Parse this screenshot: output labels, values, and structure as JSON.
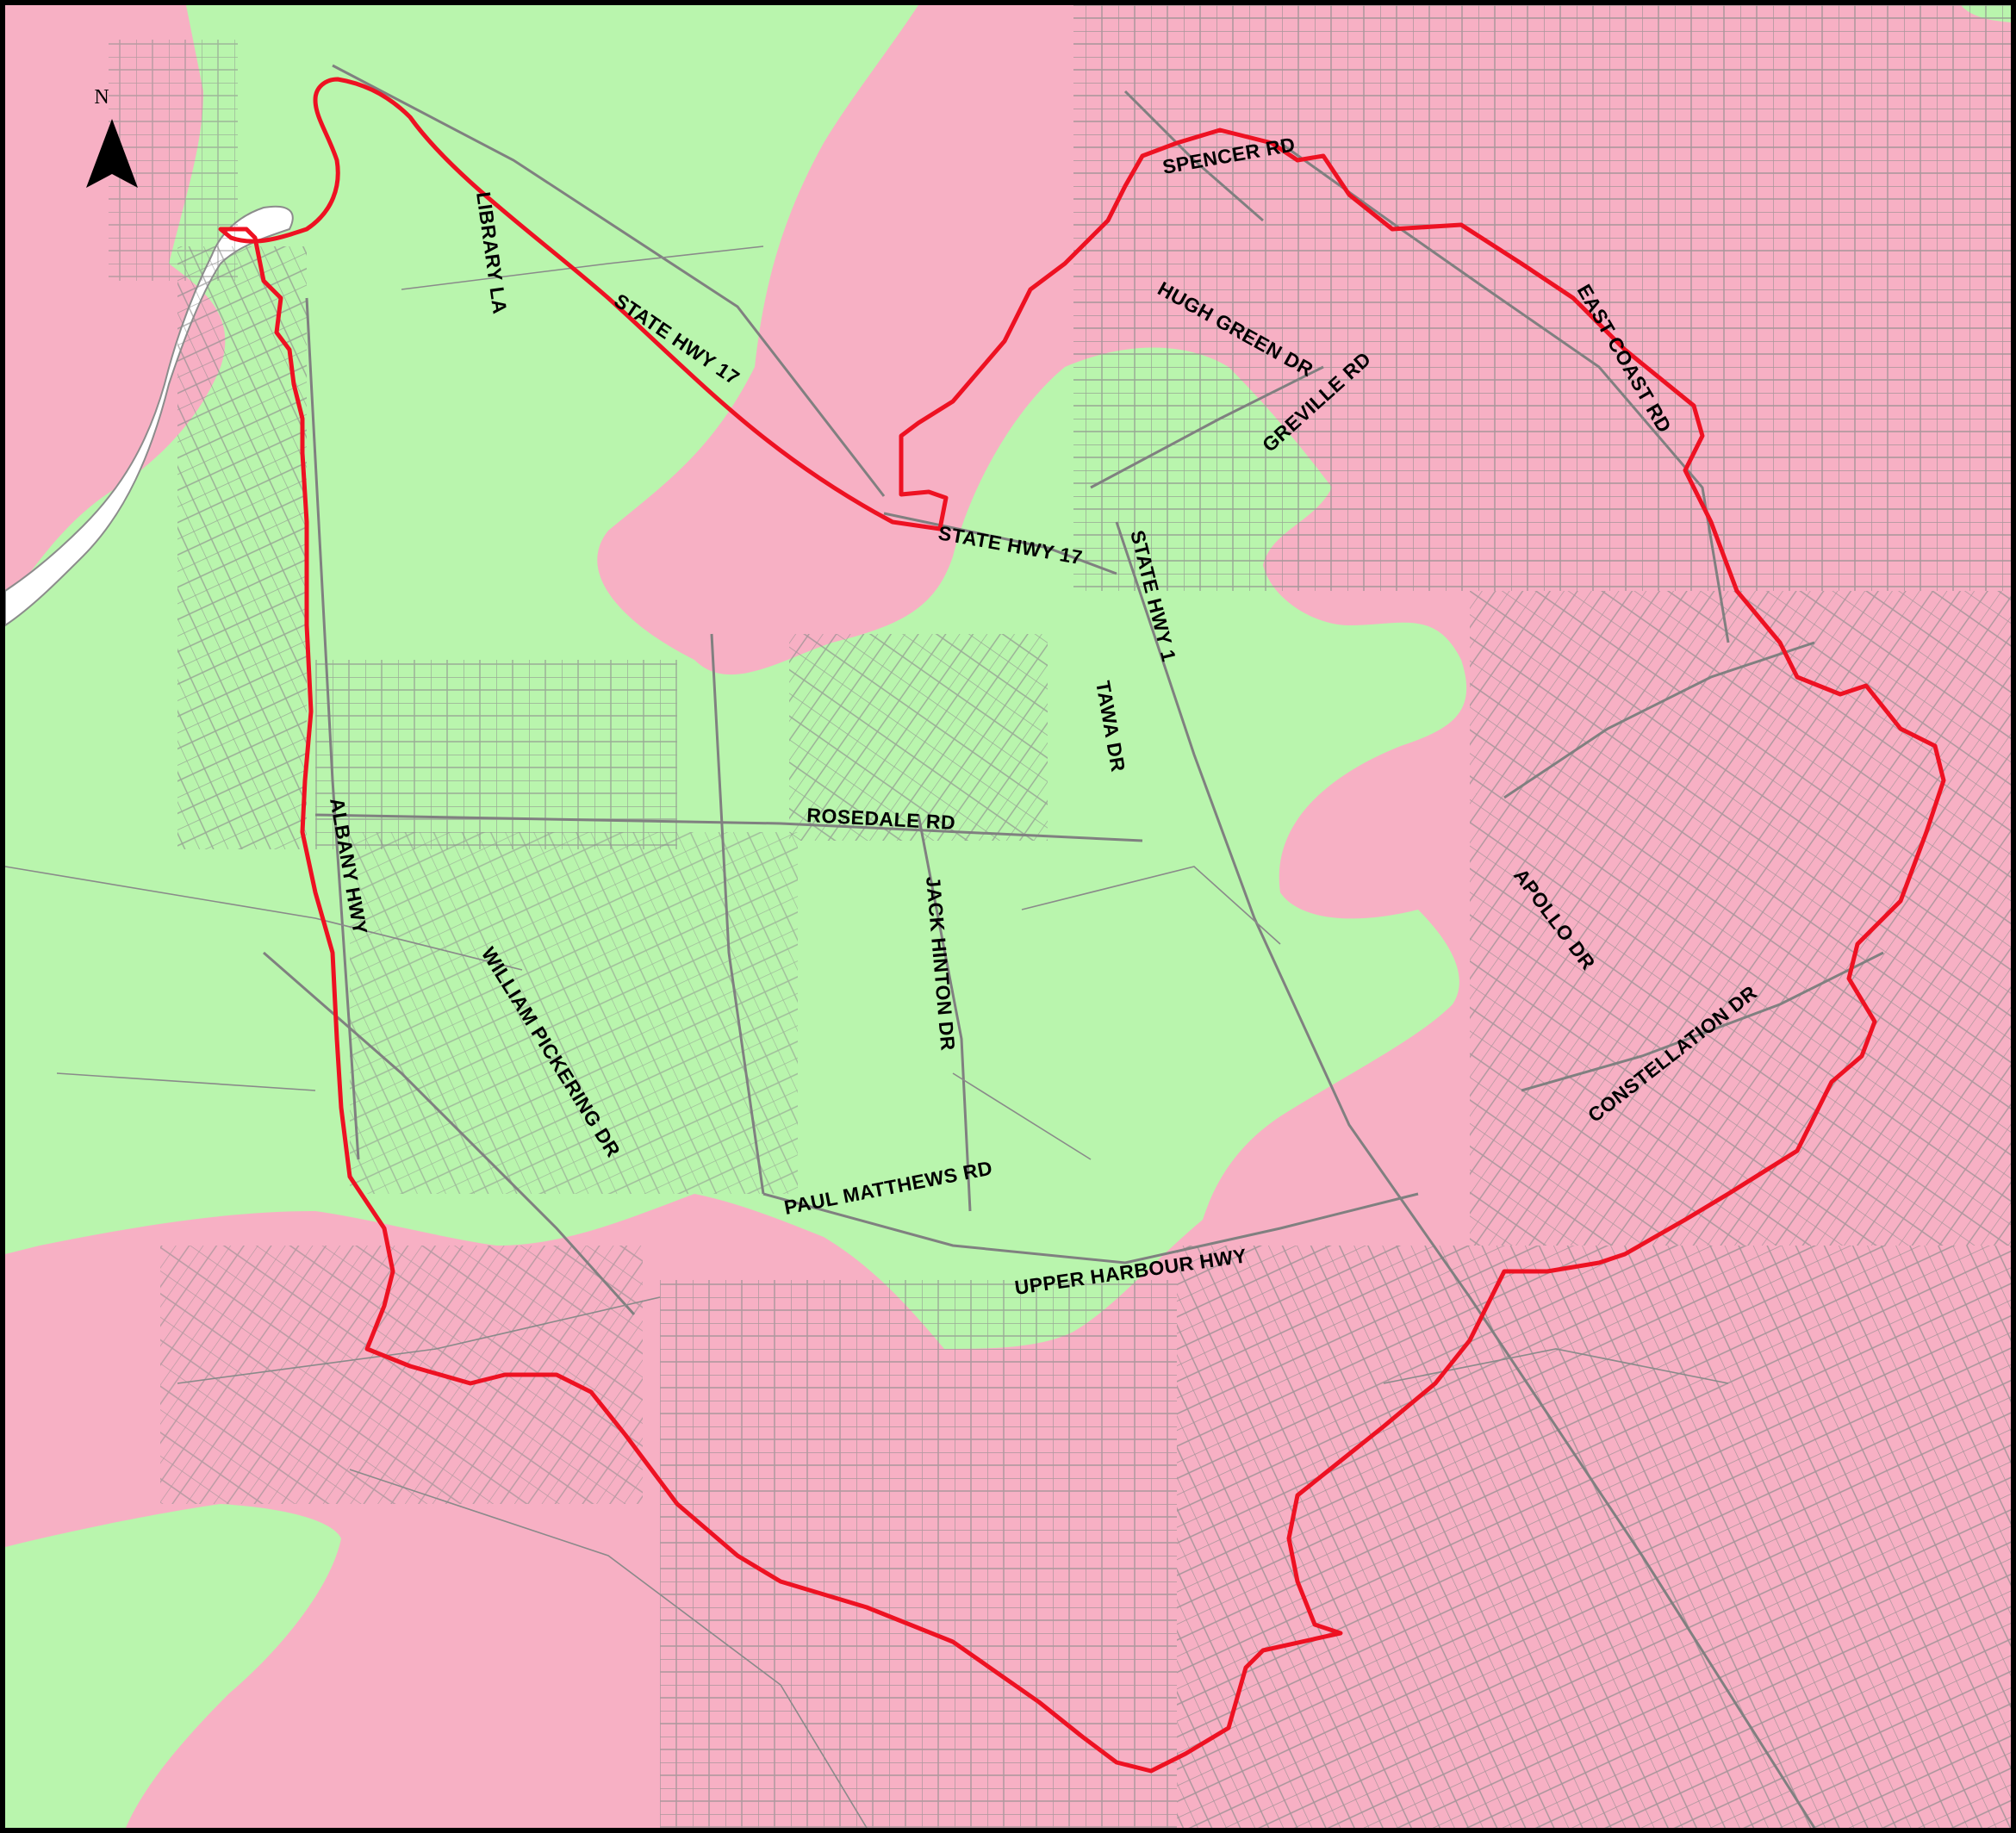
{
  "map": {
    "north_label": "N",
    "colors": {
      "zone_pink": "#f7b0c4",
      "zone_green": "#b9f5ad",
      "boundary_red": "#ee1122",
      "water": "#ffffff",
      "roads": "#808080",
      "frame": "#000000"
    },
    "road_labels": [
      "SPENCER RD",
      "LIBRARY LA",
      "STATE HWY 17",
      "HUGH GREEN DR",
      "GREVILLE RD",
      "EAST COAST RD",
      "STATE HWY 17",
      "STATE HWY 1",
      "TAWA DR",
      "ROSEDALE RD",
      "ALBANY HWY",
      "JACK HINTON DR",
      "APOLLO DR",
      "WILLIAM PICKERING DR",
      "CONSTELLATION DR",
      "PAUL MATTHEWS RD",
      "UPPER HARBOUR HWY"
    ]
  }
}
